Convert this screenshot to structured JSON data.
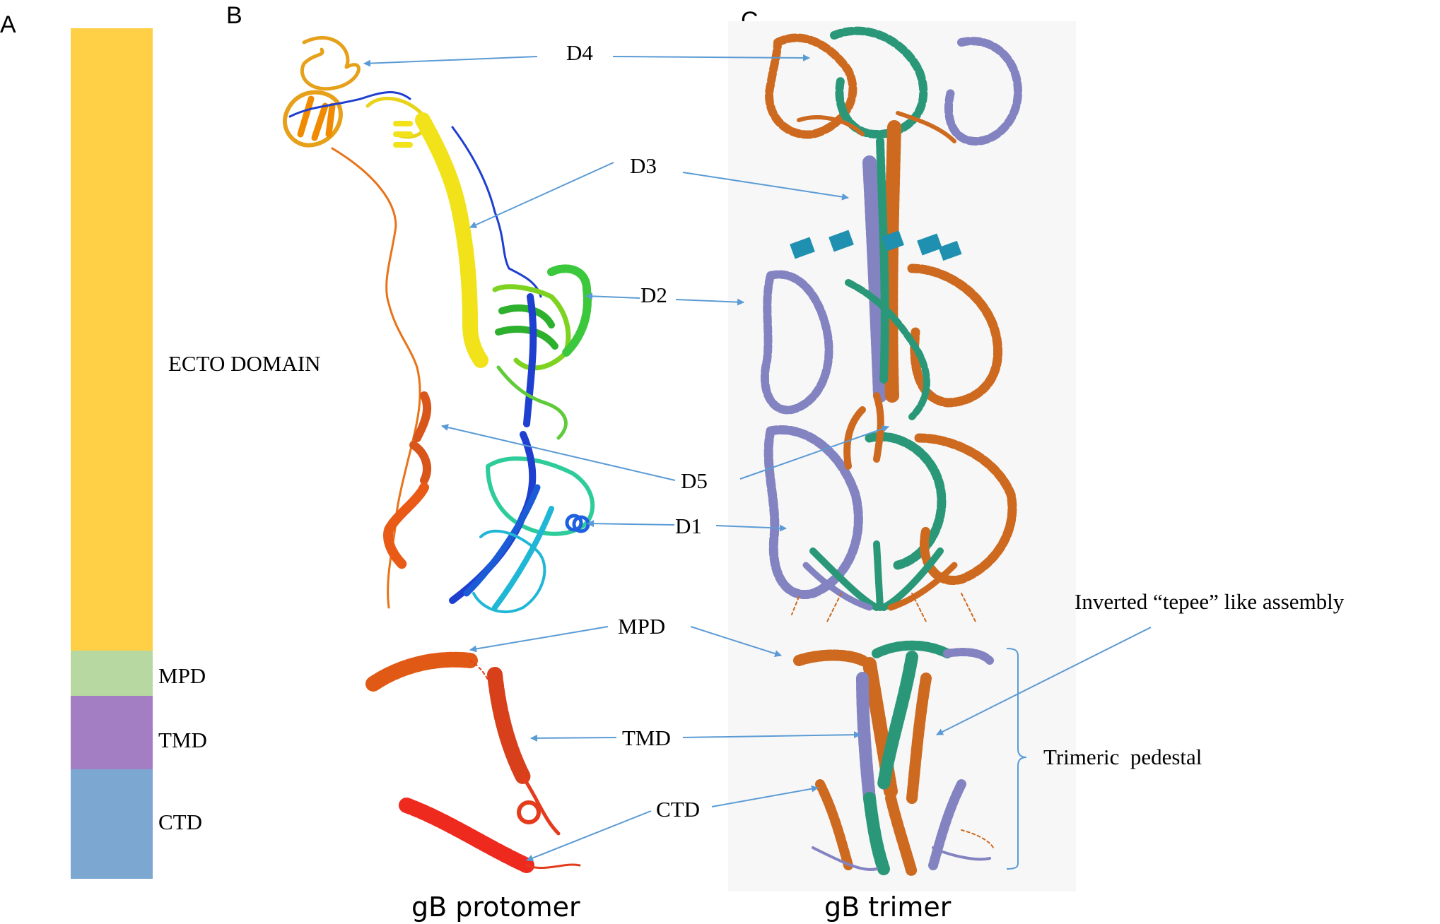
{
  "panels": {
    "a": "A",
    "b": "B",
    "c": "C"
  },
  "bar": {
    "segments": [
      {
        "label": "ECTO DOMAIN",
        "color": "#FFCF45"
      },
      {
        "label": "MPD",
        "color": "#B8D8A2"
      },
      {
        "label": "TMD",
        "color": "#A47EC3"
      },
      {
        "label": "CTD",
        "color": "#7BA7D1"
      }
    ]
  },
  "domains": {
    "d4": "D4",
    "d3": "D3",
    "d2": "D2",
    "d5": "D5",
    "d1": "D1",
    "mpd": "MPD",
    "tmd": "TMD",
    "ctd": "CTD"
  },
  "annotations": {
    "tepee": "Inverted “tepee” like assembly",
    "pedestal": "Trimeric  pedestal"
  },
  "captions": {
    "protomer": "gB protomer",
    "trimer": "gB trimer"
  },
  "colors": {
    "arrow": "#5B9BD5",
    "orange": "#CD6A1F",
    "teal": "#2A9878",
    "purple": "#8383C2",
    "yellow": "#F2E21A",
    "blue": "#1E3FCF",
    "green": "#3CC83C",
    "cyan": "#20B7D6",
    "red": "#E53B1D"
  }
}
